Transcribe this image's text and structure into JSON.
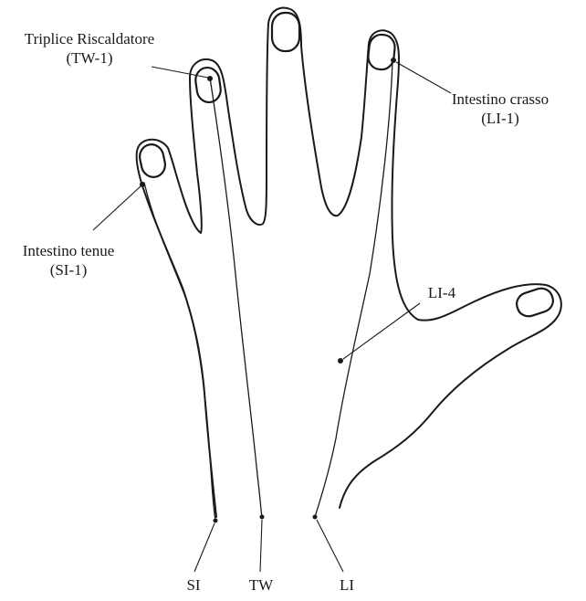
{
  "labels": {
    "tw1": {
      "name": "Triplice Riscaldatore",
      "code": "(TW-1)"
    },
    "li1": {
      "name": "Intestino crasso",
      "code": "(LI-1)"
    },
    "si1": {
      "name": "Intestino tenue",
      "code": "(SI-1)"
    },
    "li4": {
      "code": "LI-4"
    },
    "meridians": {
      "si": "SI",
      "tw": "TW",
      "li": "LI"
    }
  },
  "colors": {
    "ink": "#1a1a1a",
    "paper": "#ffffff"
  }
}
